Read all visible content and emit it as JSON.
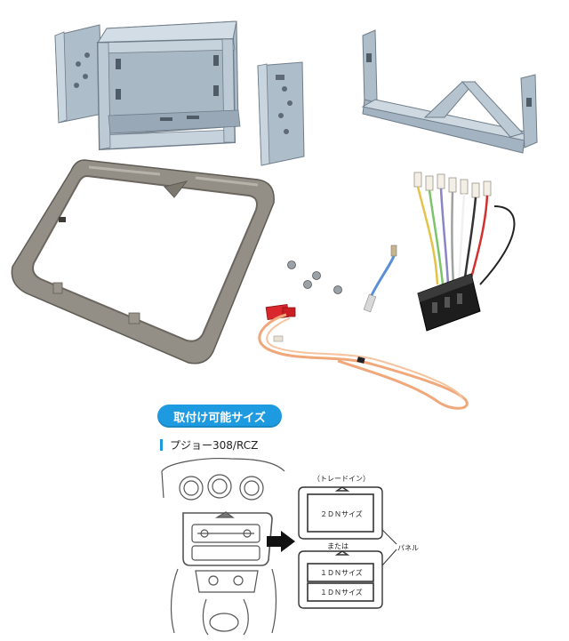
{
  "section": {
    "badge_label": "取付け可能サイズ",
    "model_name": "プジョー308/RCZ"
  },
  "diagram": {
    "tray_label": "（トレードイン）",
    "size_2din": "２ＤＮサイズ",
    "or_label": "または",
    "panel_label": "パネル",
    "size_1din_a": "１ＤＮサイズ",
    "size_1din_b": "１ＤＮサイズ"
  },
  "colors": {
    "accent": "#1e9be0",
    "metal": "#b9c7d3",
    "panel": "#8f8a80",
    "wire_orange": "#f0a77a"
  }
}
